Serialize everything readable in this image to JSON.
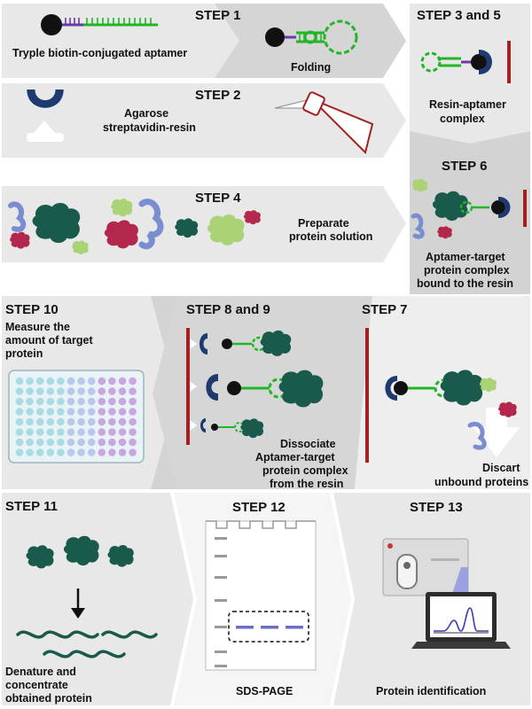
{
  "colors": {
    "panel": "#eaeaea",
    "panel_dark": "#d3d3d3",
    "aptamer": "#22b527",
    "linker": "#6a3aa8",
    "resin": "#1f3a6e",
    "wall": "#a3201e",
    "protein": "#1a5a4c",
    "protein_red": "#b3274c",
    "protein_blue": "#7a8dd0",
    "protein_green": "#a9d374",
    "band": "#6e6ec9",
    "plate": "#cfe7ee"
  },
  "steps": {
    "s1": {
      "title": "STEP 1",
      "label": "Tryple biotin-conjugated aptamer",
      "sub": "Folding"
    },
    "s2": {
      "title": "STEP 2",
      "label1": "Agarose",
      "label2": "streptavidin-resin"
    },
    "s35": {
      "title": "STEP 3 and 5",
      "label1": "Resin-aptamer",
      "label2": "complex"
    },
    "s4": {
      "title": "STEP 4",
      "label1": "Preparate",
      "label2": "protein solution"
    },
    "s6": {
      "title": "STEP 6",
      "label1": "Aptamer-target",
      "label2": "protein complex",
      "label3": "bound to the resin"
    },
    "s7": {
      "title": "STEP 7",
      "label1": "Discart",
      "label2": "unbound proteins"
    },
    "s89": {
      "title": "STEP 8 and 9",
      "label1": "Dissociate",
      "label2": "Aptamer-target",
      "label3": "protein complex",
      "label4": "from the resin"
    },
    "s10": {
      "title": "STEP 10",
      "label1": "Measure the",
      "label2": "amount of target",
      "label3": "protein"
    },
    "s11": {
      "title": "STEP 11",
      "label1": "Denature and",
      "label2": "concentrate",
      "label3": "obtained protein"
    },
    "s12": {
      "title": "STEP 12",
      "label": "SDS-PAGE"
    },
    "s13": {
      "title": "STEP 13",
      "label": "Protein identification"
    }
  }
}
